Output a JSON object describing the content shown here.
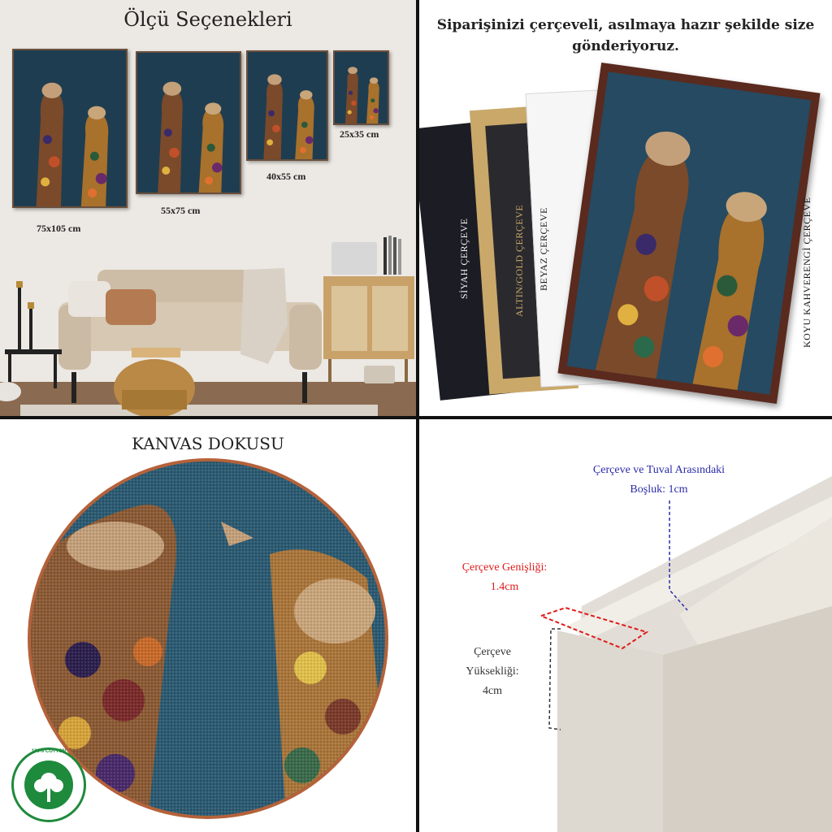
{
  "panels": {
    "sizes": {
      "title": "Ölçü Seçenekleri",
      "options": [
        "75x105 cm",
        "55x75 cm",
        "40x55 cm",
        "25x35 cm"
      ]
    },
    "frames": {
      "title": "Siparişinizi çerçeveli, asılmaya hazır şekilde size gönderiyoruz.",
      "labels": [
        "SİYAH ÇERÇEVE",
        "ALTIN/GOLD ÇERÇEVE",
        "BEYAZ ÇERÇEVE",
        "KOYU KAHVERENGİ ÇERÇEVE"
      ]
    },
    "texture": {
      "title": "KANVAS DOKUSU",
      "badge_text": "100% COTTON"
    },
    "dimensions": {
      "gap_line1": "Çerçeve ve Tuval Arasındaki",
      "gap_line2": "Boşluk: 1cm",
      "width_line1": "Çerçeve Genişliği:",
      "width_line2": "1.4cm",
      "height_line1": "Çerçeve",
      "height_line2": "Yüksekliği:",
      "height_line3": "4cm"
    }
  },
  "colors": {
    "divider": "#111111",
    "canvas_blue": "#1e3a4b",
    "gap_annotation": "#2b2ba8",
    "width_annotation": "#e01b1b",
    "height_annotation": "#333333",
    "badge_green": "#1e8a3c",
    "frame_black": "#1c1c24",
    "frame_gold": "#c9a86a",
    "frame_white": "#f6f6f6",
    "frame_brown": "#5a2a1e"
  }
}
